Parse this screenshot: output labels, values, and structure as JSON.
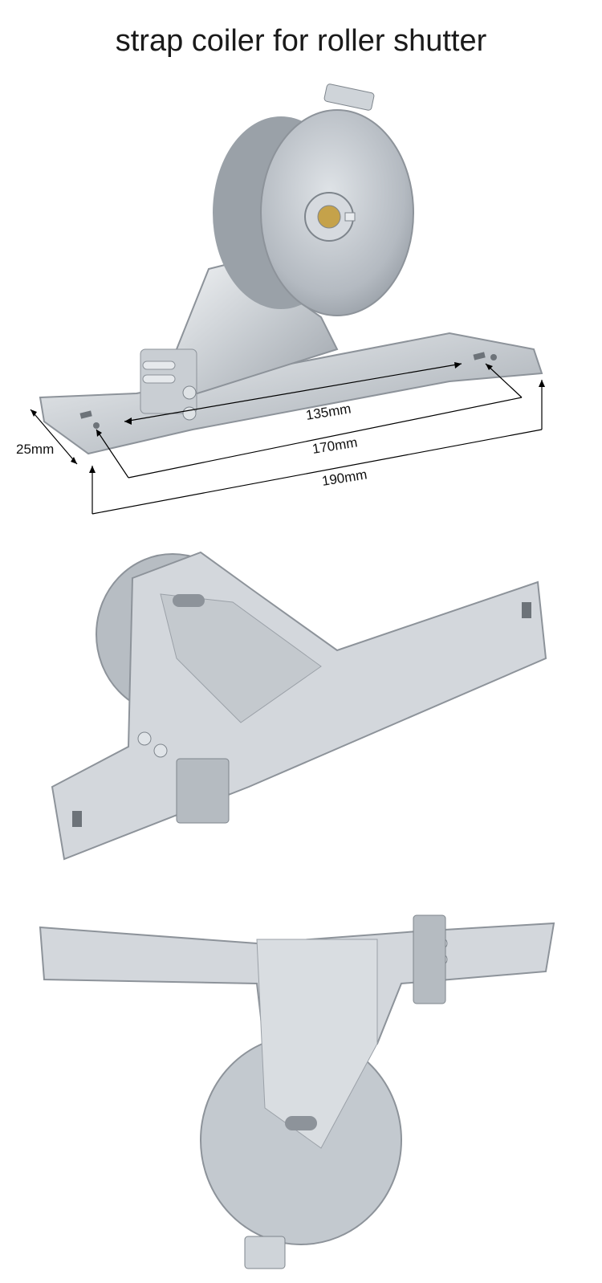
{
  "title": "strap coiler for roller shutter",
  "dimensions": {
    "width": "25mm",
    "hole_spacing": "135mm",
    "slot_spacing": "170mm",
    "overall_length": "190mm"
  },
  "colors": {
    "metal_light": "#e4e7ea",
    "metal_mid": "#b9bec4",
    "metal_dark": "#8d939a",
    "line": "#000000"
  }
}
